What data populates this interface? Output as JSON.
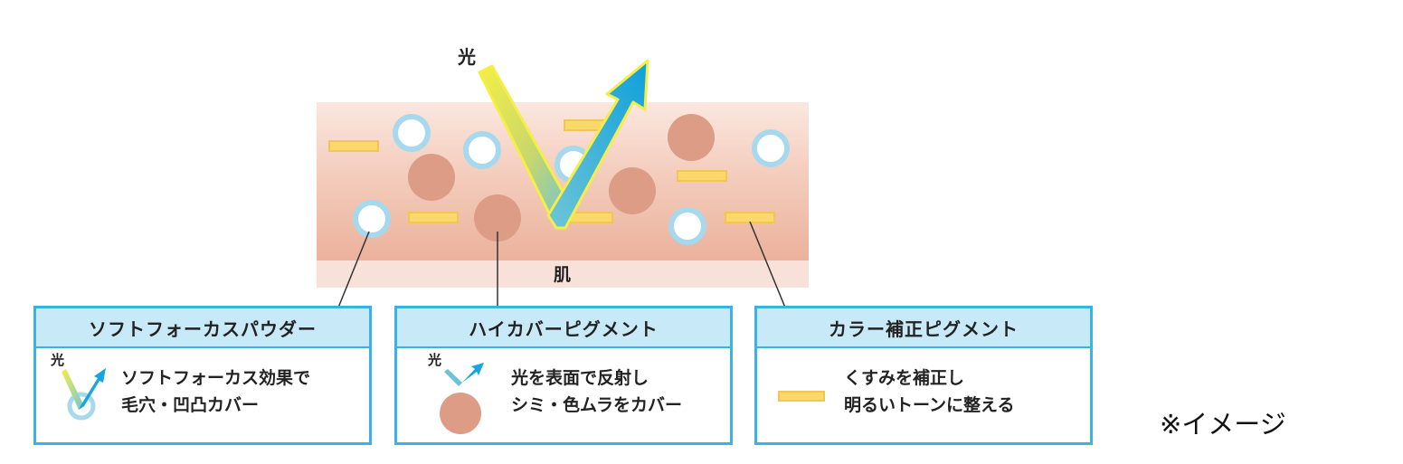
{
  "diagram": {
    "light_label": "光",
    "skin_label": "肌",
    "note": "※イメージ"
  },
  "cards": [
    {
      "title": "ソフトフォーカスパウダー",
      "icon_label": "光",
      "lines": [
        "ソフトフォーカス効果で",
        "毛穴・凹凸カバー"
      ]
    },
    {
      "title": "ハイカバーピグメント",
      "icon_label": "光",
      "lines": [
        "光を表面で反射し",
        "シミ・色ムラをカバー"
      ]
    },
    {
      "title": "カラー補正ピグメント",
      "lines": [
        "くすみを補正し",
        "明るいトーンに整える"
      ]
    }
  ],
  "colors": {
    "accent": "#39b3e4",
    "header_bg": "#c8e9f7",
    "pigment_bar": "#fbd86a",
    "pigment_bar_border": "#f3c34c",
    "cover_pigment": "#dc9c86",
    "powder_ring": "#a6d8ee",
    "skin_top": "#f8dfd4",
    "skin_bottom": "#ecb7a3",
    "skin_base": "#f7e3dc",
    "light_yellow": "#f3e94a",
    "light_blue": "#1aa4de"
  }
}
